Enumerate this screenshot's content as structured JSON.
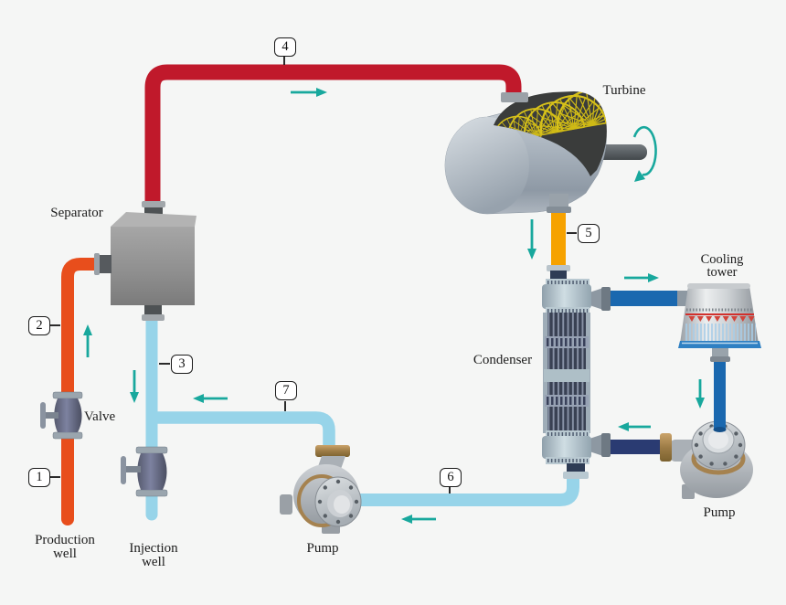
{
  "background": "#f5f6f5",
  "palette": {
    "hot_water_pipe": "#e84e1c",
    "steam_pipe": "#c0192b",
    "condensate_pipe": "#f6a200",
    "cooled_water_pipe": "#97d4e9",
    "cooling_supply_pipe": "#1a68af",
    "cooling_return_pipe": "#2a3b72",
    "flow_arrow": "#18a89d",
    "turbine_blades": "#d4be18",
    "label_text": "#1c1c1c",
    "badge_border": "#1a1a1a"
  },
  "labels": {
    "separator": "Separator",
    "turbine": "Turbine",
    "cooling_tower": [
      "Cooling",
      "tower"
    ],
    "condenser": "Condenser",
    "valve": "Valve",
    "production_well": [
      "Production",
      "well"
    ],
    "injection_well": [
      "Injection",
      "well"
    ],
    "pump_bottom": "Pump",
    "pump_right": "Pump"
  },
  "markers": {
    "m1": "1",
    "m2": "2",
    "m3": "3",
    "m4": "4",
    "m5": "5",
    "m6": "6",
    "m7": "7"
  },
  "flow_arrows": [
    {
      "on": "steam-pipe-4",
      "direction": "right"
    },
    {
      "on": "production-well-pipe-2",
      "direction": "up"
    },
    {
      "on": "injection-pipe-3",
      "direction": "down"
    },
    {
      "on": "return-pipe-7",
      "direction": "left"
    },
    {
      "on": "condensate-pipe-5",
      "direction": "down"
    },
    {
      "on": "cooling-supply-pipe",
      "direction": "right"
    },
    {
      "on": "cooling-tower-down-pipe",
      "direction": "down"
    },
    {
      "on": "cooling-return-pipe",
      "direction": "left"
    },
    {
      "on": "condensate-pipe-6",
      "direction": "left"
    },
    {
      "on": "turbine-shaft",
      "direction": "rotation"
    }
  ]
}
